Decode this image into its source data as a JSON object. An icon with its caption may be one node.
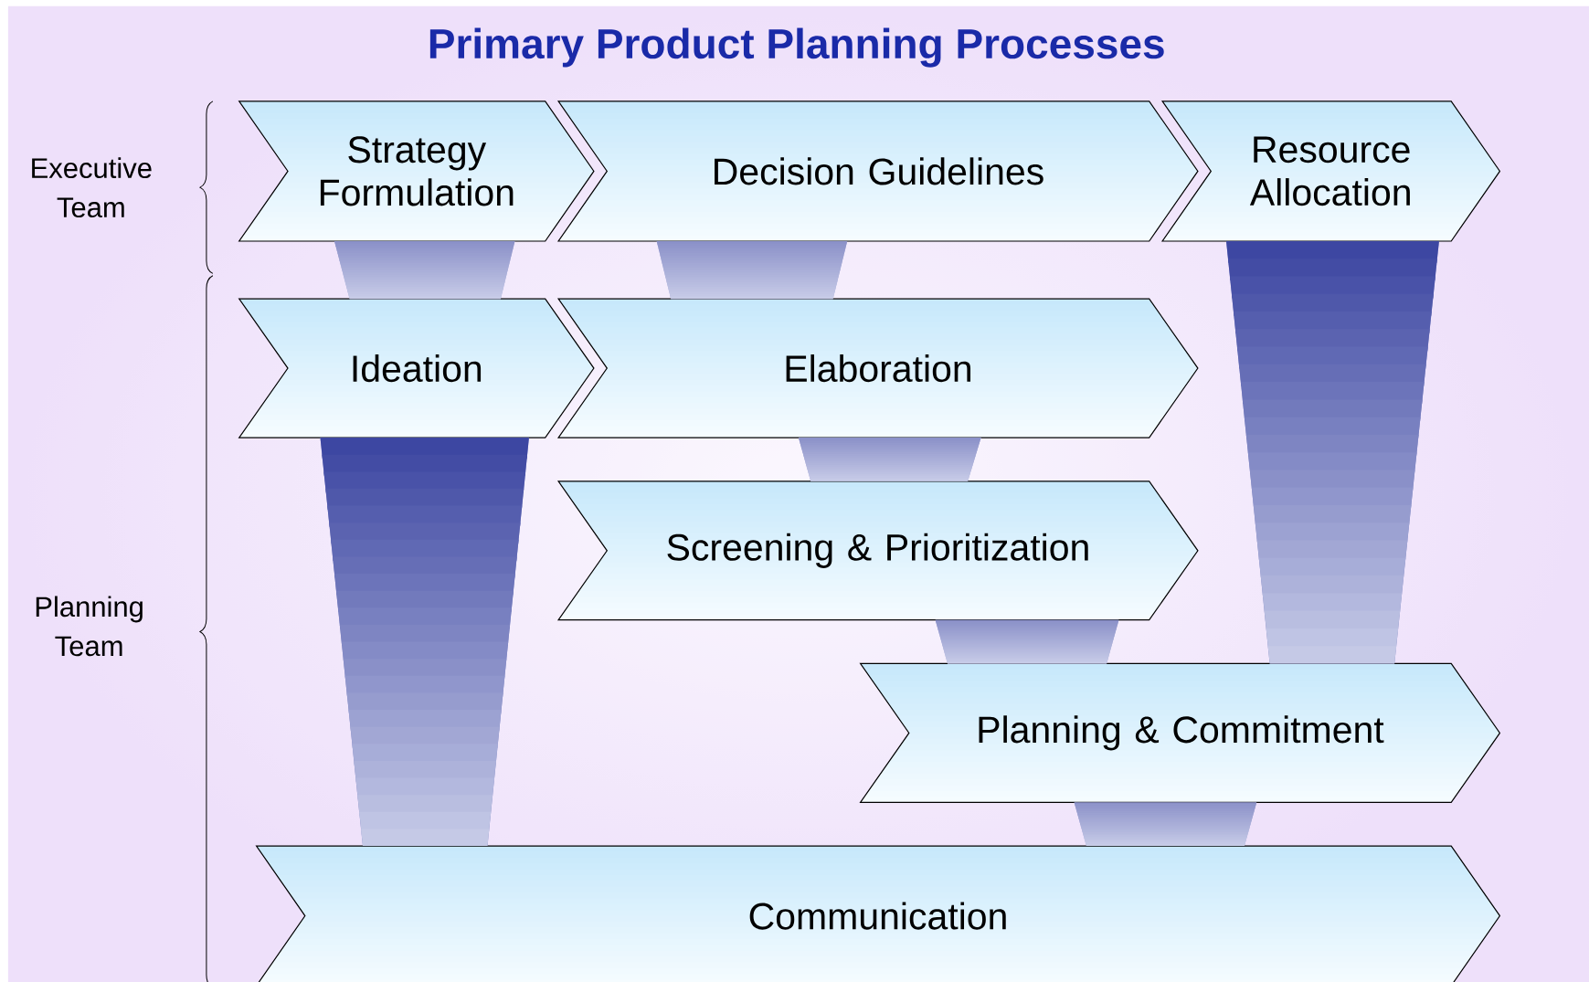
{
  "diagram": {
    "title": "Primary Product Planning Processes",
    "nodes": [
      {
        "text": [
          "Strategy Formulation"
        ]
      },
      {
        "text": [
          "Decision Guidelines"
        ]
      },
      {
        "text": [
          "Resource Allocation"
        ]
      },
      {
        "text": [
          "Ideation"
        ]
      },
      {
        "text": [
          "Elaboration"
        ]
      },
      {
        "text": [
          "Screening & Prioritization"
        ]
      },
      {
        "text": [
          "Planning & Commitment"
        ]
      },
      {
        "text": [
          "Communication"
        ]
      }
    ],
    "edges": [
      {
        "from": 0,
        "to": 3,
        "arrow": "none"
      },
      {
        "from": 1,
        "to": 4,
        "arrow": "none"
      },
      {
        "from": 2,
        "to": 6,
        "arrow": "none"
      },
      {
        "from": 3,
        "to": 7,
        "arrow": "none"
      },
      {
        "from": 4,
        "to": 5,
        "arrow": "none"
      },
      {
        "from": 5,
        "to": 6,
        "arrow": "none"
      },
      {
        "from": 6,
        "to": 7,
        "arrow": "none"
      }
    ],
    "labels": [
      "Executive Team",
      "Planning Team"
    ]
  }
}
